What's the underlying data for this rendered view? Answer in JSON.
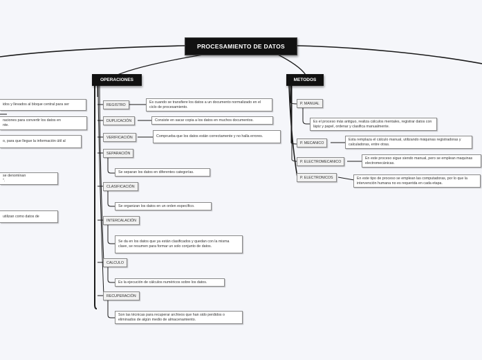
{
  "root": {
    "label": "PROCESAMIENTO DE DATOS"
  },
  "operaciones": {
    "label": "OPERACIONES",
    "items": [
      {
        "label": "REGISTRO",
        "desc": "Es cuando se transfiere los datos a un documento normalizado en el ciclo de procesamiento."
      },
      {
        "label": "DUPLICACIÓN",
        "desc": "Consiste en sacar copia a los datos en muchos documentos."
      },
      {
        "label": "VERIFICACIÓN",
        "desc": "Comprueba que los datos están correctamente y no halla errores."
      },
      {
        "label": "SEPARACIÓN",
        "desc": "Se separan los datos en diferentes categorías."
      },
      {
        "label": "CLASIFICACIÓN",
        "desc": "Se organizan los datos en un orden específico."
      },
      {
        "label": "INTERCALACIÓN",
        "desc": "Se da en los datos que ya están clasificados y quedan con la misma clave, se resumen para formar un solo conjunto de datos."
      },
      {
        "label": "CALCULO",
        "desc": "Es la ejecución de cálculos numéricos sobre los datos."
      },
      {
        "label": "RECUPERACIÓN",
        "desc": "Son las técnicas para recuperar archivos que han sido perdidos o eliminados de algún medio de almacenamiento."
      }
    ]
  },
  "metodos": {
    "label": "METODOS",
    "items": [
      {
        "label": "P. MANUAL",
        "desc": "Es el proceso más antiguo, realiza cálculos mentales, registrar datos con lápiz y papel, ordenar y clasifica manualmente."
      },
      {
        "label": "P. MECANICO",
        "desc": "Esta remplaza el cálculo manual, utilizando máquinas registradoras y calculadoras, entre otras."
      },
      {
        "label": "P. ELECTROMECANICO",
        "desc": "En este proceso sigue siendo manual, pero se emplean maquinas electromecánicas."
      },
      {
        "label": "P. ELECTRONICOS",
        "desc": "En este tipo de proceso se emplean las computadoras, por lo que la intervención humana no es requerida en cada etapa."
      }
    ]
  },
  "left_fragments": [
    "idos y llevados al bloque central para ser",
    "raciones para convertir los datos en",
    "nte.",
    "o, para que llegue la información útil al",
    "se denominan",
    "\".",
    "utilizan como datos de"
  ],
  "colors": {
    "main_bg": "#111111",
    "line": "#1a1a1a",
    "box_border": "#8a8a8a",
    "background": "#f5f6fa"
  }
}
